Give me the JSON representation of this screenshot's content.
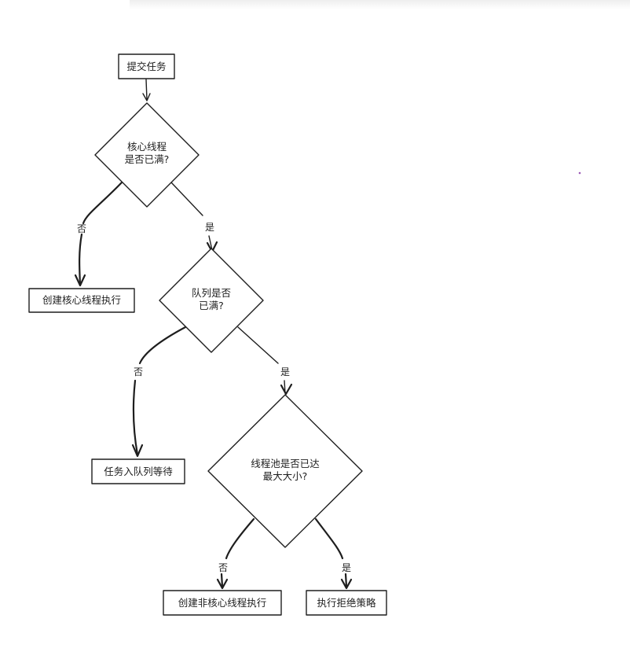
{
  "diagram": {
    "type": "flowchart",
    "nodes": {
      "submit": "提交任务",
      "core_full_line1": "核心线程",
      "core_full_line2": "是否已满?",
      "create_core": "创建核心线程执行",
      "queue_full_line1": "队列是否",
      "queue_full_line2": "已满?",
      "enqueue": "任务入队列等待",
      "max_line1": "线程池是否已达",
      "max_line2": "最大大小?",
      "create_noncore": "创建非核心线程执行",
      "reject": "执行拒绝策略"
    },
    "edges": {
      "core_no": "否",
      "core_yes": "是",
      "queue_no": "否",
      "queue_yes": "是",
      "max_no": "否",
      "max_yes": "是"
    },
    "colors": {
      "stroke": "#1e1e1e",
      "background": "#ffffff",
      "dot": "#9b59b6"
    }
  }
}
